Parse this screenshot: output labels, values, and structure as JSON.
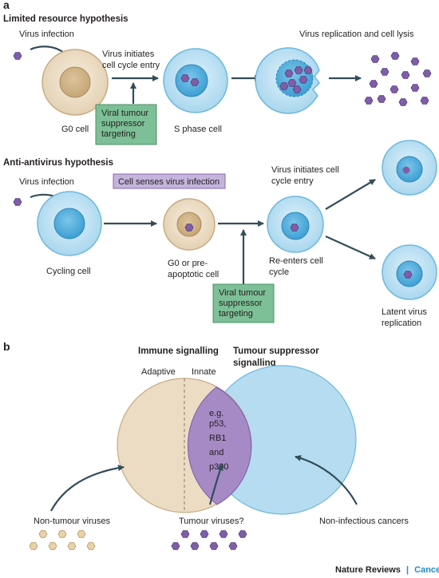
{
  "panel_a": {
    "letter": "a",
    "limited": {
      "heading": "Limited resource hypothesis",
      "virus_infection": "Virus infection",
      "initiates": [
        "Virus initiates",
        "cell cycle entry"
      ],
      "replication_lysis": "Virus replication and cell lysis",
      "g0_cell": "G0 cell",
      "s_phase_cell": "S phase cell",
      "viral_box": [
        "Viral tumour",
        "suppressor",
        "targeting"
      ]
    },
    "antivirus": {
      "heading": "Anti-antivirus hypothesis",
      "virus_infection": "Virus infection",
      "cell_senses": "Cell senses virus infection",
      "initiates": [
        "Virus initiates cell",
        "cycle entry"
      ],
      "cycling_cell": "Cycling cell",
      "g0_pre": [
        "G0 or pre-",
        "apoptotic cell"
      ],
      "reenters": [
        "Re-enters cell",
        "cycle"
      ],
      "viral_box": [
        "Viral tumour",
        "suppressor",
        "targeting"
      ],
      "latent": [
        "Latent virus",
        "replication"
      ]
    }
  },
  "panel_b": {
    "letter": "b",
    "immune_heading": "Immune signalling",
    "tumour_heading": [
      "Tumour suppressor",
      "signalling"
    ],
    "adaptive": "Adaptive",
    "innate": "Innate",
    "overlap": [
      "e.g.",
      "p53,",
      "RB1",
      "and",
      "p300"
    ],
    "non_tumour_viruses": "Non-tumour viruses",
    "tumour_viruses": "Tumour viruses?",
    "non_infectious": "Non-infectious cancers"
  },
  "footer": {
    "journal": "Nature Reviews",
    "separator": "|",
    "section": "Cancer"
  },
  "colors": {
    "cell_fill": "#bde3f4",
    "cell_stroke": "#6cb8dc",
    "g0_fill": "#e9d9bf",
    "virus": "#7f5ea8",
    "green_box": "#7dbf96",
    "purple_box": "#c4b4dc",
    "arrow": "#334d59",
    "immune_circle": "#eddcc4",
    "tumour_circle": "#b6dcf1",
    "overlap": "#a58ac6",
    "non_tumour_virus": "#e8d2a9",
    "brand_blue": "#1e8ec9"
  }
}
